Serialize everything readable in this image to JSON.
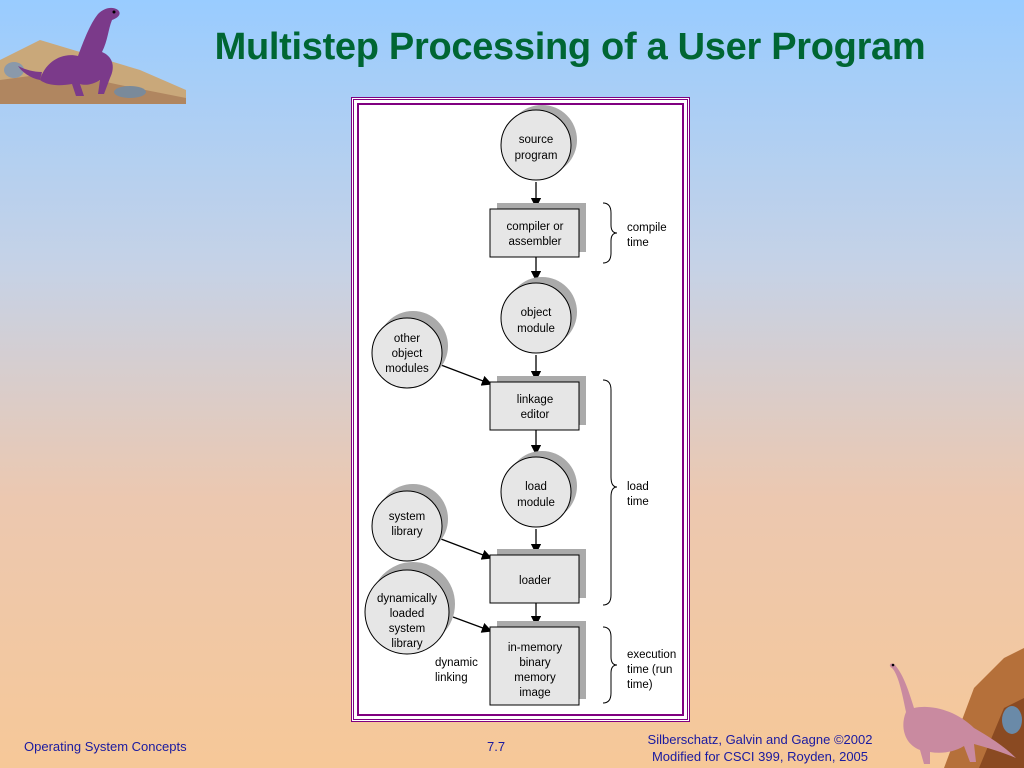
{
  "slide": {
    "title": "Multistep Processing of a User Program"
  },
  "diagram": {
    "nodes": {
      "source_program": [
        "source",
        "program"
      ],
      "compiler": [
        "compiler or",
        "assembler"
      ],
      "object_module": [
        "object",
        "module"
      ],
      "other_object_modules": [
        "other",
        "object",
        "modules"
      ],
      "linkage_editor": [
        "linkage",
        "editor"
      ],
      "load_module": [
        "load",
        "module"
      ],
      "system_library": [
        "system",
        "library"
      ],
      "loader": [
        "loader"
      ],
      "dynamically_loaded": [
        "dynamically",
        "loaded",
        "system",
        "library"
      ],
      "in_memory": [
        "in-memory",
        "binary",
        "memory",
        "image"
      ]
    },
    "labels": {
      "compile_time": [
        "compile",
        "time"
      ],
      "load_time": [
        "load",
        "time"
      ],
      "execution_time": [
        "execution",
        "time  (run",
        "time)"
      ],
      "dynamic_linking": [
        "dynamic",
        "linking"
      ]
    }
  },
  "footer": {
    "left": "Operating System Concepts",
    "page": "7.7",
    "right_line1": "Silberschatz, Galvin and  Gagne ©2002",
    "right_line2": "Modified for CSCI 399, Royden, 2005"
  }
}
